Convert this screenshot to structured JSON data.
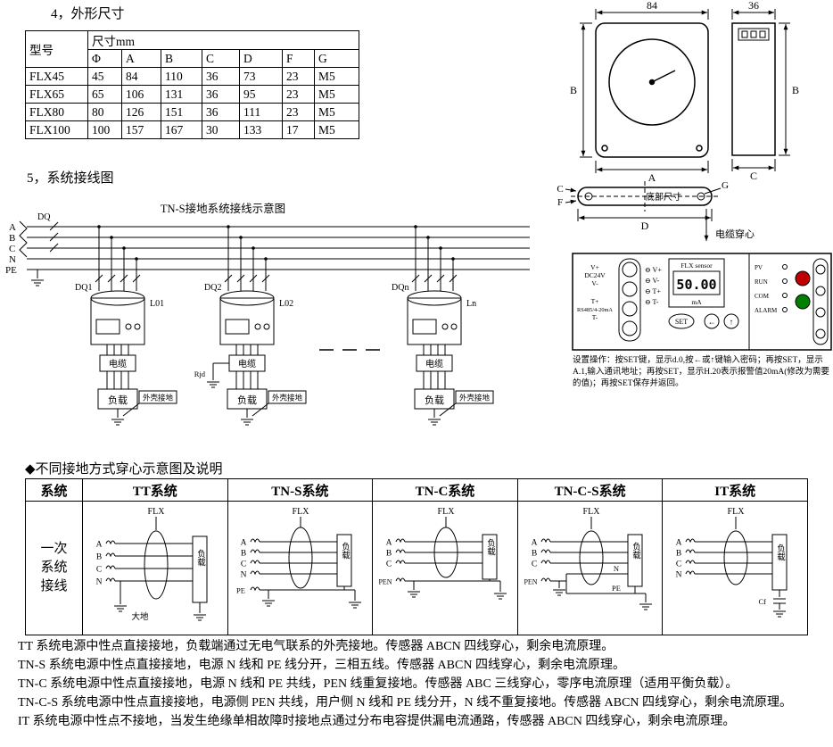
{
  "section4": {
    "title": "4，外形尺寸",
    "table": {
      "col_model": "型号",
      "col_size": "尺寸mm",
      "sub_headers": [
        "Φ",
        "A",
        "B",
        "C",
        "D",
        "F",
        "G"
      ],
      "rows": [
        {
          "model": "FLX45",
          "v": [
            "45",
            "84",
            "110",
            "36",
            "73",
            "23",
            "M5"
          ]
        },
        {
          "model": "FLX65",
          "v": [
            "65",
            "106",
            "131",
            "36",
            "95",
            "23",
            "M5"
          ]
        },
        {
          "model": "FLX80",
          "v": [
            "80",
            "126",
            "151",
            "36",
            "111",
            "23",
            "M5"
          ]
        },
        {
          "model": "FLX100",
          "v": [
            "100",
            "157",
            "167",
            "30",
            "133",
            "17",
            "M5"
          ]
        }
      ]
    }
  },
  "drawing": {
    "front_width": "84",
    "front_height": "B",
    "front_bottom": "A",
    "side_width": "36",
    "side_height": "B",
    "side_bottom": "C",
    "bottom_c": "C",
    "bottom_f": "F",
    "bottom_label": "底部尺寸",
    "bottom_g": "G",
    "bottom_d": "D",
    "cable_label": "电缆穿心"
  },
  "panel": {
    "left_group1": [
      "V+",
      "DC24V",
      "V-"
    ],
    "left_group2": [
      "T+",
      "RS485/4-20mA",
      "T-"
    ],
    "terminal_symbols": [
      "⊖ V+",
      "⊖ V-",
      "⊖ T+",
      "⊖ T-"
    ],
    "display_title": "FLX sensor",
    "display_value": "50.00",
    "display_unit": "mA",
    "btn_set": "SET",
    "btn_left": "←",
    "btn_up": "↑",
    "leds": [
      "PV",
      "RUN",
      "COM",
      "ALARM"
    ],
    "instructions": "设置操作：按SET键，显示d.0,按←或↑键输入密码；再按SET，显示A.1,输入通讯地址；再按SET，显示H.20表示报警值20mA(修改为需要的值)；再按SET保存并返回。"
  },
  "section5": {
    "title": "5，系统接线图",
    "diagram": {
      "title": "TN-S接地系统接线示意图",
      "dq": "DQ",
      "phases": [
        "A",
        "B",
        "C",
        "N",
        "PE"
      ],
      "rjd": "Rjd",
      "branches": [
        {
          "breaker": "DQ1",
          "sensor": "L01",
          "cable": "电缆",
          "load": "负载",
          "ground": "外壳接地"
        },
        {
          "breaker": "DQ2",
          "sensor": "L02",
          "cable": "电缆",
          "load": "负载",
          "ground": "外壳接地"
        },
        {
          "breaker": "DQn",
          "sensor": "Ln",
          "cable": "电缆",
          "load": "负载",
          "ground": "外壳接地"
        }
      ]
    }
  },
  "section6": {
    "title": "◆不同接地方式穿心示意图及说明",
    "headers": [
      "系统",
      "TT系统",
      "TN-S系统",
      "TN-C系统",
      "TN-C-S系统",
      "IT系统"
    ],
    "row_label": "一次系统接线",
    "cells": {
      "tt": {
        "flx": "FLX",
        "lines": [
          "A",
          "B",
          "C",
          "N"
        ],
        "load": "负载",
        "earth": "大地"
      },
      "tns": {
        "flx": "FLX",
        "lines": [
          "A",
          "B",
          "C",
          "N",
          "PE"
        ],
        "load": "负载"
      },
      "tnc": {
        "flx": "FLX",
        "lines": [
          "A",
          "B",
          "C",
          "PEN"
        ],
        "load": "负载"
      },
      "tncs": {
        "flx": "FLX",
        "lines": [
          "A",
          "B",
          "C",
          "PEN"
        ],
        "load": "负载",
        "n": "N",
        "pe": "PE"
      },
      "it": {
        "flx": "FLX",
        "lines": [
          "A",
          "B",
          "C",
          "N"
        ],
        "load": "负载",
        "cf": "Cf"
      }
    }
  },
  "notes": [
    "TT 系统电源中性点直接接地，负载端通过无电气联系的外壳接地。传感器 ABCN 四线穿心，剩余电流原理。",
    "TN-S 系统电源中性点直接接地，电源 N 线和 PE 线分开，三相五线。传感器 ABCN 四线穿心，剩余电流原理。",
    "TN-C 系统电源中性点直接接地，电源 N 线和 PE 共线，PEN 线重复接地。传感器 ABC 三线穿心，零序电流原理（适用平衡负载）。",
    "TN-C-S 系统电源中性点直接接地，电源侧 PEN 共线，用户侧 N 线和 PE 线分开，N 线不重复接地。传感器 ABCN 四线穿心，剩余电流原理。",
    "IT 系统电源中性点不接地，当发生绝缘单相故障时接地点通过分布电容提供漏电流通路，传感器 ABCN 四线穿心，剩余电流原理。"
  ]
}
